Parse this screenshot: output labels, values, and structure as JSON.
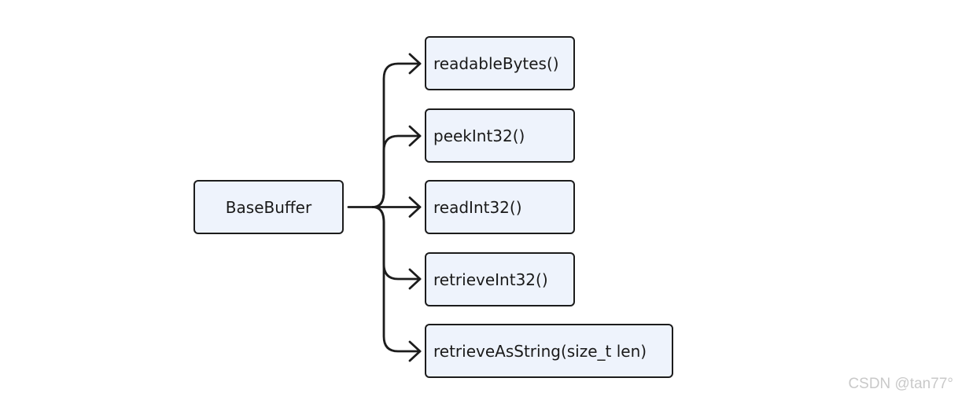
{
  "diagram": {
    "root": {
      "label": "BaseBuffer"
    },
    "children": [
      {
        "label": "readableBytes()"
      },
      {
        "label": "peekInt32()"
      },
      {
        "label": "readInt32()"
      },
      {
        "label": "retrieveInt32()"
      },
      {
        "label": "retrieveAsString(size_t len)"
      }
    ],
    "colors": {
      "node_fill": "#eef3fc",
      "stroke": "#1c1c1c"
    }
  },
  "watermark": "CSDN @tan77°"
}
